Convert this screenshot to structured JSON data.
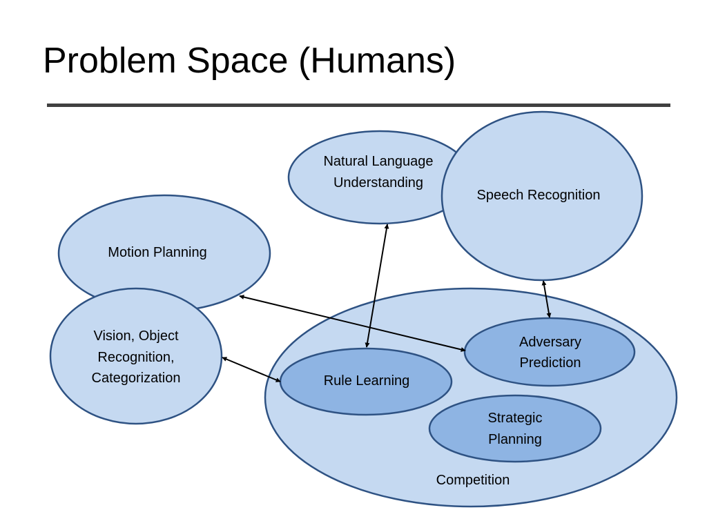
{
  "title": "Problem Space (Humans)",
  "colors": {
    "ellipse_fill_light": "#c5d9f1",
    "ellipse_fill_medium": "#8eb4e3",
    "ellipse_stroke": "#2e5283",
    "rule": "#404040",
    "arrow": "#000000"
  },
  "nodes": {
    "competition": {
      "label": "Competition"
    },
    "natural_language": {
      "lines": [
        "Natural Language",
        "Understanding"
      ]
    },
    "speech_recognition": {
      "label": "Speech Recognition"
    },
    "motion_planning": {
      "label": "Motion Planning"
    },
    "vision": {
      "lines": [
        "Vision, Object",
        "Recognition,",
        "Categorization"
      ]
    },
    "rule_learning": {
      "label": "Rule Learning"
    },
    "adversary_prediction": {
      "lines": [
        "Adversary",
        "Prediction"
      ]
    },
    "strategic_planning": {
      "lines": [
        "Strategic",
        "Planning"
      ]
    }
  },
  "edges": [
    {
      "from": "natural_language",
      "to": "rule_learning",
      "direction": "both"
    },
    {
      "from": "speech_recognition",
      "to": "adversary_prediction",
      "direction": "both"
    },
    {
      "from": "motion_planning",
      "to": "adversary_prediction",
      "direction": "both"
    },
    {
      "from": "vision",
      "to": "rule_learning",
      "direction": "both"
    }
  ]
}
